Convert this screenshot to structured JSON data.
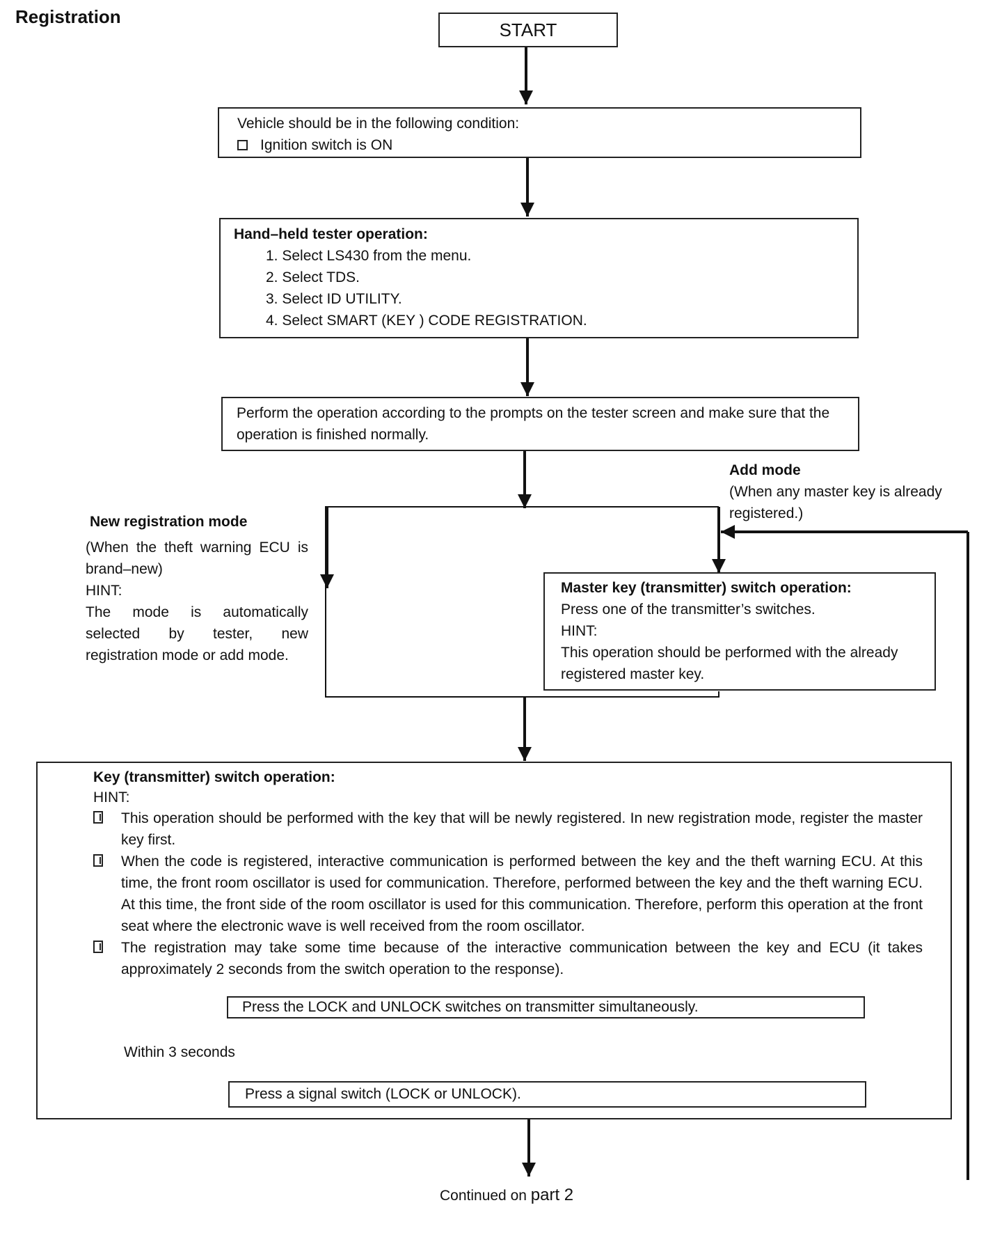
{
  "page_title": "Registration",
  "start_label": "START",
  "condition": {
    "heading": "Vehicle should be in the following condition:",
    "item": "Ignition switch is ON"
  },
  "tester": {
    "heading": "Hand–held tester operation:",
    "steps": [
      "1. Select LS430 from the menu.",
      "2. Select TDS.",
      "3. Select ID UTILITY.",
      "4. Select SMART (KEY ) CODE REGISTRATION."
    ]
  },
  "perform": {
    "text": "Perform the operation according to the prompts on the tester screen and make sure that the operation is finished normally."
  },
  "add_mode": {
    "heading": "Add mode",
    "note": "(When any master key is already registered.)"
  },
  "new_mode": {
    "heading": "New registration mode",
    "note": "(When the theft warning ECU is brand–new)",
    "hint_label": "HINT:",
    "hint": "The mode is automatically selected by tester, new registration mode or add mode."
  },
  "master": {
    "heading": "Master key (transmitter) switch operation:",
    "instruction": "Press one of the transmitter’s switches.",
    "hint_label": "HINT:",
    "hint": "This operation should be performed with the already registered master key."
  },
  "key_op": {
    "heading": "Key (transmitter) switch operation:",
    "hint_label": "HINT:",
    "bullets": [
      "This operation should be performed with the key that will be newly registered. In new registration mode, register the master key first.",
      "When the code is registered, interactive communication is performed between the key and the theft warning ECU. At this time, the front room oscillator is used for communication. Therefore, performed between the key and the theft warning ECU. At this time, the front side of the room oscillator is used for this communication. Therefore, perform this operation at the front seat where the electronic wave is well received from the room oscillator.",
      "The registration may take some time because of the interactive communication between the key and ECU (it takes approximately 2 seconds from the switch operation to the response)."
    ],
    "step1": "Press the LOCK and UNLOCK switches on transmitter simultaneously.",
    "within": "Within 3 seconds",
    "step2": "Press a signal switch (LOCK or UNLOCK)."
  },
  "continued": {
    "prefix": "Continued on",
    "part": "part 2"
  }
}
